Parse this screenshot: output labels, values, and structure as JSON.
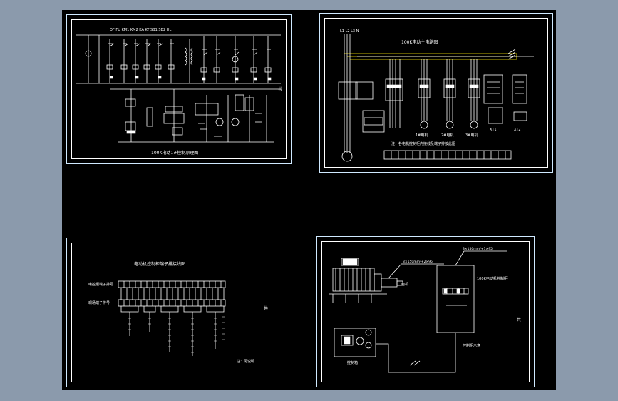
{
  "colors": {
    "background": "#8b9aac",
    "viewport": "#000000",
    "line": "#ffffff",
    "sheet_border": "#cfe9ff",
    "accent": "#ffea00"
  },
  "sheet1": {
    "title": "100K电动1#控制原理图",
    "side_tag": "共"
  },
  "sheet2": {
    "title": "100K电动主电路图",
    "motor_labels": [
      "1#电机",
      "2#电机",
      "3#电机"
    ],
    "terminal_labels": [
      "XT1",
      "XT2"
    ],
    "bottom_note": "注：各电机控制柜内接线及端子排按此图"
  },
  "sheet3": {
    "title": "电动机控制柜端子排接线图",
    "row1_label": "电控柜端子排号",
    "row2_label": "现场端子排号",
    "side_tag": "共",
    "footer": "注：见说明"
  },
  "sheet4": {
    "device_labels": [
      "电机",
      "控制箱"
    ],
    "cable_labels": [
      "3×150mm²+2×95",
      "3×150mm²+1×95"
    ],
    "cabinet_note": "100K电动机控制柜",
    "cabinet_caption": "控制柜示意",
    "side_tag": "共"
  }
}
